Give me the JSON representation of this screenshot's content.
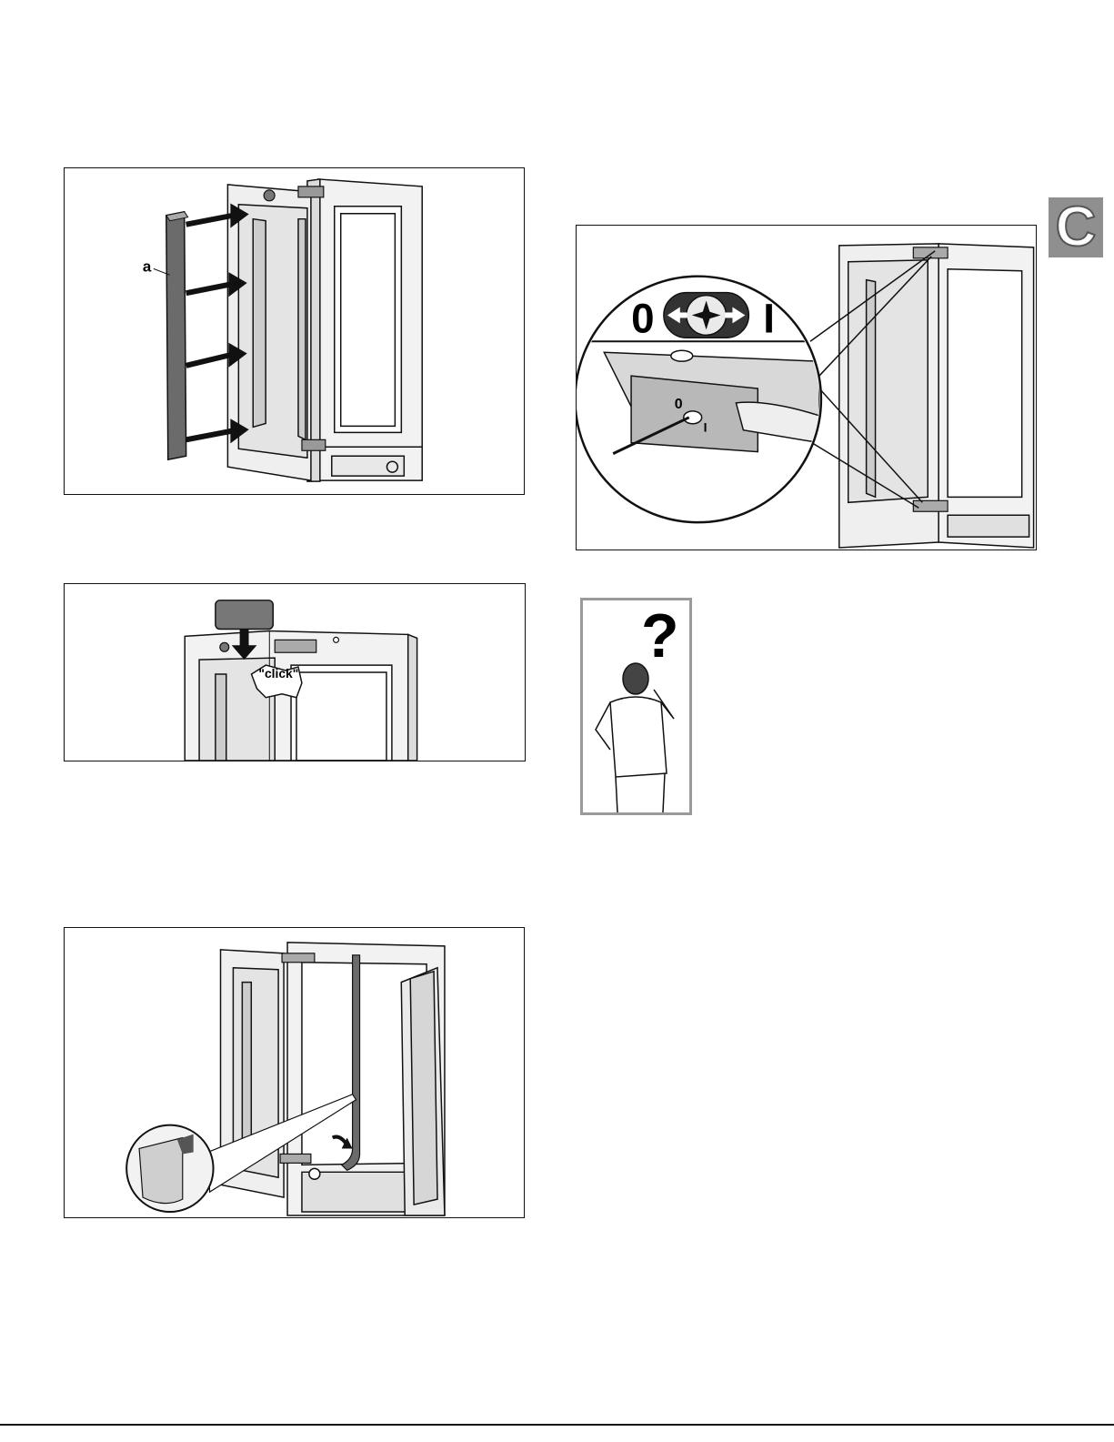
{
  "section_tab": {
    "letter": "C"
  },
  "figures": {
    "handle_mounting": {
      "callout": "a"
    },
    "hinge_cover": {
      "sound_label": "\"click\""
    },
    "hinge_switch": {
      "position_off": "0",
      "position_on": "I",
      "small_off": "0",
      "small_on": "I"
    },
    "gasket_check": {},
    "help": {
      "symbol": "?"
    }
  },
  "colors": {
    "line": "#111111",
    "panel_fill": "#e8e8e8",
    "shade": "#6b6b6b",
    "tab_gray": "#8f8f8f"
  }
}
